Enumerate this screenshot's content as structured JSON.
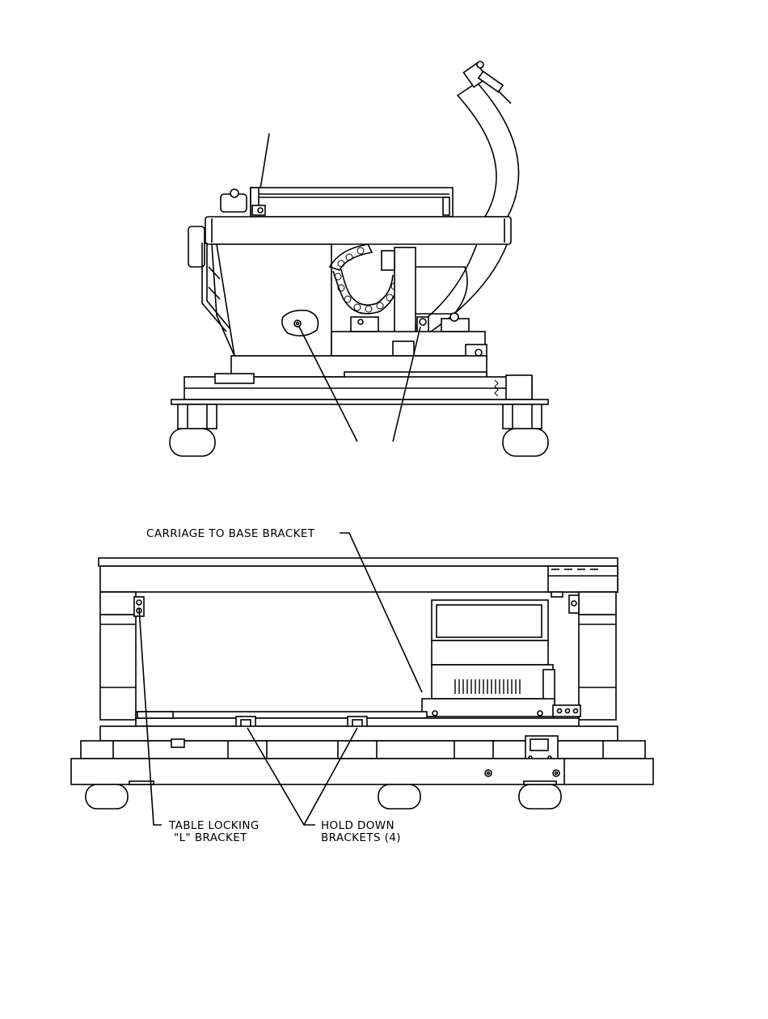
{
  "labels": {
    "carriage_to_base_bracket": "CARRIAGE TO BASE BRACKET",
    "table_locking_line1": "TABLE LOCKING",
    "table_locking_line2": "\"L\" BRACKET",
    "hold_down_line1": "HOLD DOWN",
    "hold_down_line2": "BRACKETS (4)"
  },
  "colors": {
    "line": "#000000",
    "background": "#ffffff"
  }
}
